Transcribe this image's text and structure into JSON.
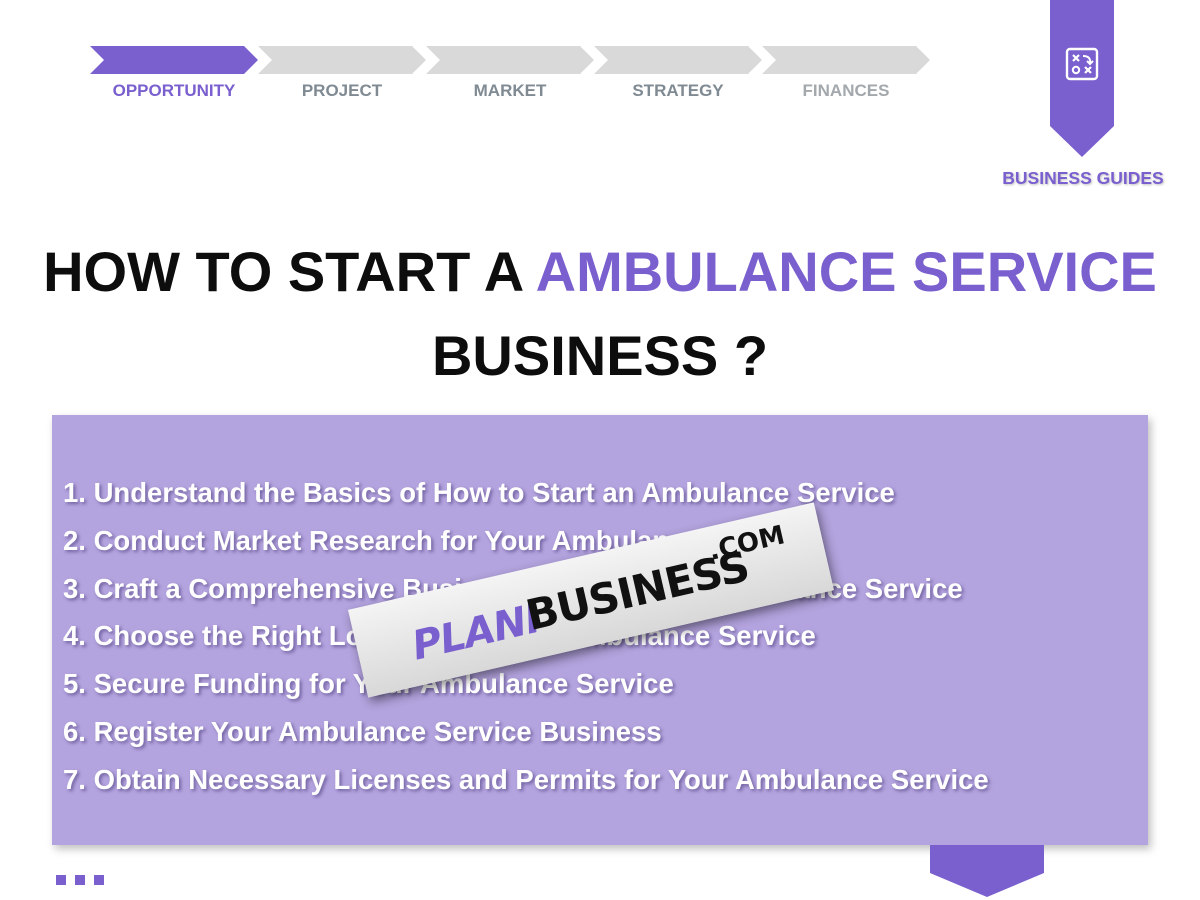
{
  "steps": [
    {
      "label": "OPPORTUNITY"
    },
    {
      "label": "PROJECT"
    },
    {
      "label": "MARKET"
    },
    {
      "label": "STRATEGY"
    },
    {
      "label": "FINANCES"
    }
  ],
  "guides": {
    "label": "BUSINESS GUIDES",
    "icon": "strategy-board-icon"
  },
  "title": {
    "prefix": "HOW TO START A",
    "accent": "AMBULANCE SERVICE",
    "suffix": "BUSINESS ?"
  },
  "list": [
    "1. Understand the Basics of How to Start an Ambulance Service",
    "2. Conduct Market Research for Your Ambulance Service",
    "3. Craft a Comprehensive Business Plan for Your Ambulance Service",
    "4. Choose the Right Location for Your Ambulance Service",
    "5. Secure Funding for Your Ambulance Service",
    "6. Register Your Ambulance Service Business",
    "7. Obtain Necessary Licenses and Permits for Your Ambulance Service"
  ],
  "watermark": {
    "part1": "PLANI",
    "part2": "BUSINESS",
    "part3": ".COM"
  },
  "colors": {
    "accent": "#7a5fcf",
    "panel": "#b3a3de",
    "inactive": "#d9d9d9"
  }
}
